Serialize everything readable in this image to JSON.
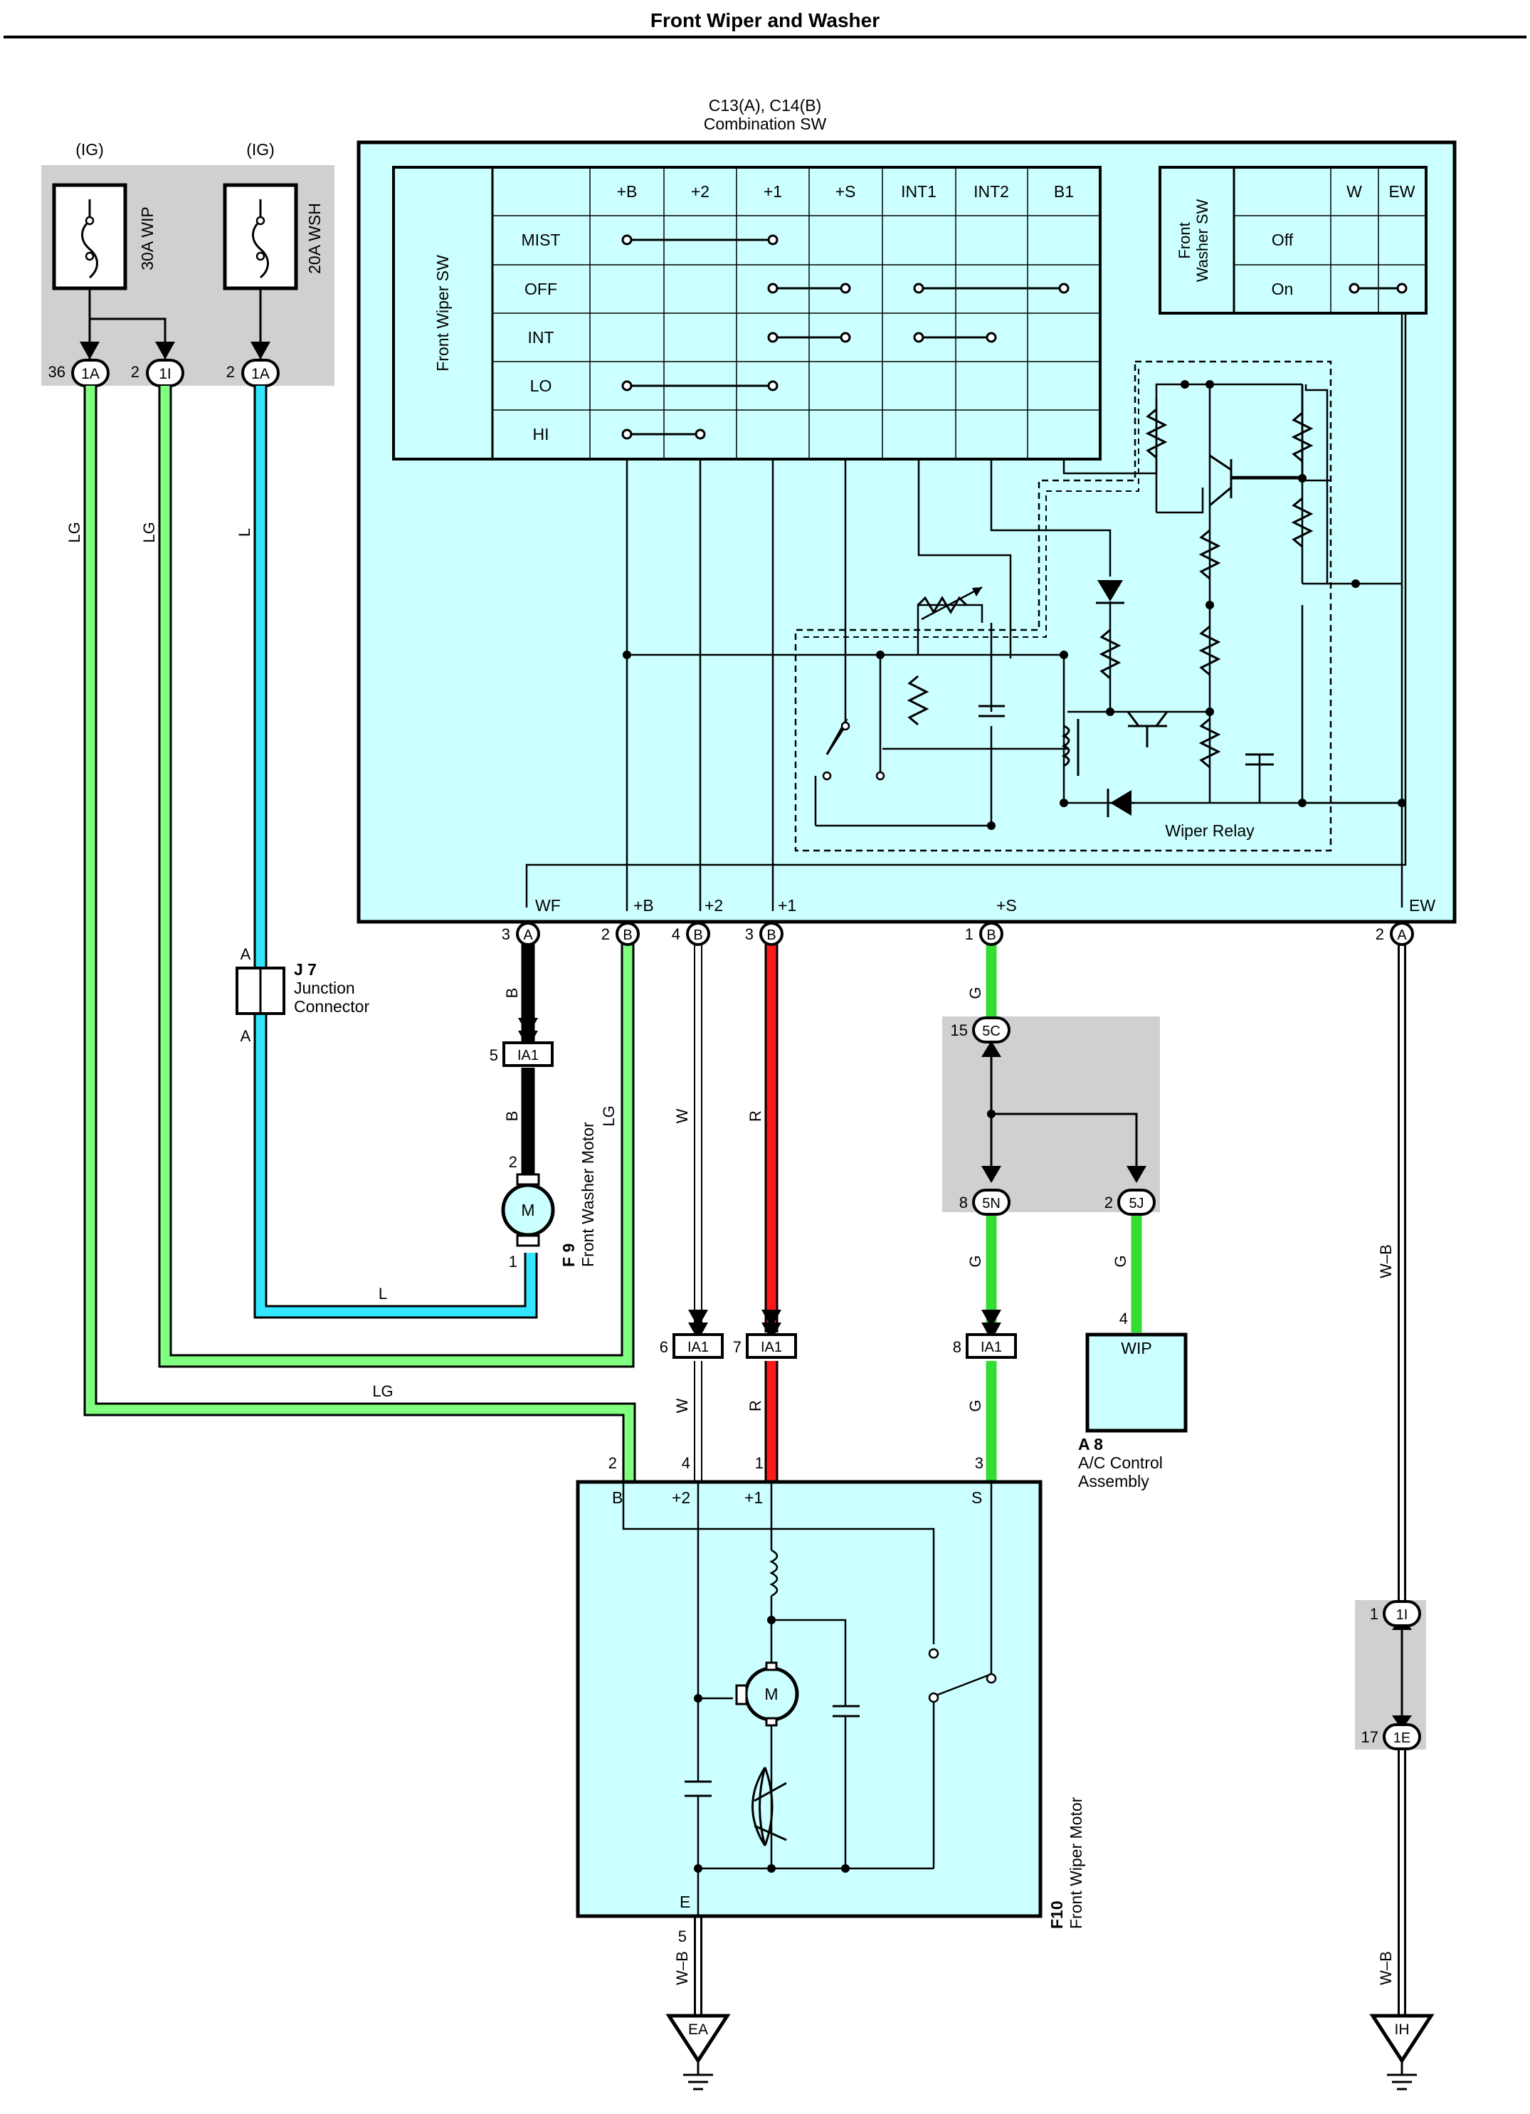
{
  "title": "Front Wiper and Washer",
  "combination_switch": {
    "code": "C13(A), C14(B)",
    "name": "Combination SW",
    "wiper_sw_label": "Front Wiper SW",
    "wiper_columns": [
      "+B",
      "+2",
      "+1",
      "+S",
      "INT1",
      "INT2",
      "B1"
    ],
    "wiper_rows": [
      "MIST",
      "OFF",
      "INT",
      "LO",
      "HI"
    ],
    "washer_sw_label_1": "Front",
    "washer_sw_label_2": "Washer SW",
    "washer_columns": [
      "W",
      "EW"
    ],
    "washer_rows": [
      "Off",
      "On"
    ],
    "relay_label": "Wiper Relay",
    "terminal_labels": [
      "WF",
      "+B",
      "+2",
      "+1",
      "+S",
      "EW"
    ]
  },
  "fuses": [
    {
      "supply": "(IG)",
      "name": "30A WIP"
    },
    {
      "supply": "(IG)",
      "name": "20A WSH"
    }
  ],
  "connector_codes": {
    "c1A": "1A",
    "c1I": "1I",
    "c1E": "1E",
    "cIA1": "IA1",
    "c5C": "5C",
    "c5N": "5N",
    "c5J": "5J",
    "cA": "A",
    "cB": "B"
  },
  "pin_numbers": {
    "p36": "36",
    "p1": "1",
    "p2": "2",
    "p3": "3",
    "p4": "4",
    "p5": "5",
    "p6": "6",
    "p7": "7",
    "p8": "8",
    "p15": "15",
    "p17": "17"
  },
  "wire_colors": {
    "LG": "LG",
    "L": "L",
    "B": "B",
    "W": "W",
    "R": "R",
    "G": "G",
    "WB": "W–B"
  },
  "junction_connector": {
    "code": "J 7",
    "name_1": "Junction",
    "name_2": "Connector",
    "pin": "A"
  },
  "washer_motor": {
    "code": "F 9",
    "name": "Front Washer Motor",
    "symbol": "M"
  },
  "wiper_motor": {
    "code": "F10",
    "name": "Front Wiper Motor",
    "symbol": "M",
    "terminals": [
      "B",
      "+2",
      "+1",
      "S",
      "E"
    ]
  },
  "ac_control": {
    "code": "A 8",
    "name_1": "A/C Control",
    "name_2": "Assembly",
    "terminal": "WIP"
  },
  "grounds": [
    "EA",
    "IH"
  ],
  "colors": {
    "light_green": "#80ff80",
    "green": "#33dd33",
    "light_blue": "#33e6ff",
    "red": "#ff1a1a",
    "component_fill": "#ccffff",
    "gray_block": "#d0d0d0"
  }
}
